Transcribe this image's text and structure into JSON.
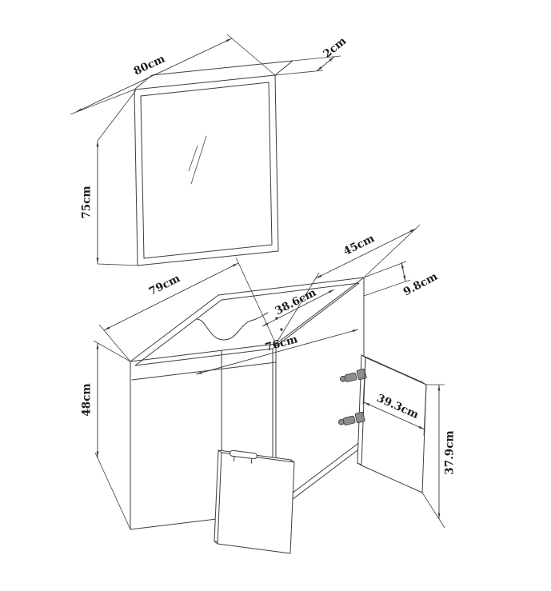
{
  "drawing": {
    "background": "#ffffff",
    "line_color": "#3d3d3d",
    "labels": {
      "mirror_width": "80cm",
      "mirror_thickness": "2cm",
      "mirror_height": "75cm",
      "cabinet_width": "79cm",
      "cabinet_depth": "45cm",
      "apron_height": "9.8cm",
      "inner_depth": "38.6cm",
      "inner_width": "76cm",
      "cabinet_height": "48cm",
      "door_width": "39.3cm",
      "door_height": "37.9cm"
    }
  }
}
